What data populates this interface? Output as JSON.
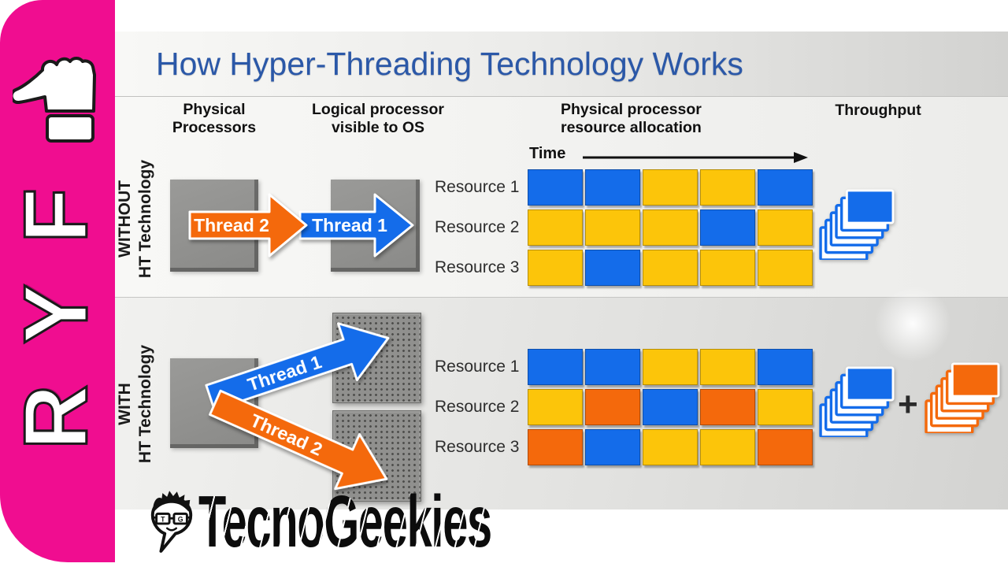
{
  "sidebar": {
    "letters": [
      "R",
      "Y",
      "F"
    ],
    "thumb_icon": "thumbs-up-icon",
    "color": "#F00D90"
  },
  "slide": {
    "title": "How Hyper-Threading Technology Works",
    "headers": {
      "physical": "Physical\nProcessors",
      "logical": "Logical processor\nvisible to OS",
      "allocation": "Physical processor\nresource allocation",
      "throughput": "Throughput",
      "time": "Time"
    },
    "colors": {
      "blue": "#146CEA",
      "yellow": "#FCC50A",
      "orange": "#F4690C",
      "processor_gray": "#8F8F8D",
      "title_blue": "#2B58A8"
    },
    "sections": [
      {
        "id": "without",
        "label": "WITHOUT\nHT Technology",
        "threads": [
          {
            "label": "Thread 2",
            "color": "orange"
          },
          {
            "label": "Thread 1",
            "color": "blue"
          }
        ],
        "resources": [
          {
            "label": "Resource 1",
            "cells": [
              "blue",
              "blue",
              "yellow",
              "yellow",
              "blue"
            ]
          },
          {
            "label": "Resource 2",
            "cells": [
              "yellow",
              "yellow",
              "yellow",
              "blue",
              "yellow"
            ]
          },
          {
            "label": "Resource 3",
            "cells": [
              "yellow",
              "blue",
              "yellow",
              "yellow",
              "yellow"
            ]
          }
        ],
        "throughput": {
          "stacks": [
            "blue"
          ]
        }
      },
      {
        "id": "with",
        "label": "WITH\nHT Technology",
        "threads": [
          {
            "label": "Thread 1",
            "color": "blue"
          },
          {
            "label": "Thread 2",
            "color": "orange"
          }
        ],
        "resources": [
          {
            "label": "Resource 1",
            "cells": [
              "blue",
              "blue",
              "yellow",
              "yellow",
              "blue"
            ]
          },
          {
            "label": "Resource 2",
            "cells": [
              "yellow",
              "orange",
              "blue",
              "orange",
              "yellow"
            ]
          },
          {
            "label": "Resource 3",
            "cells": [
              "orange",
              "blue",
              "yellow",
              "yellow",
              "orange"
            ]
          }
        ],
        "throughput": {
          "stacks": [
            "blue",
            "orange"
          ],
          "plus": "+"
        }
      }
    ]
  },
  "logo": {
    "text": "TecnoGeekies",
    "face_icon": "geek-face-icon"
  }
}
